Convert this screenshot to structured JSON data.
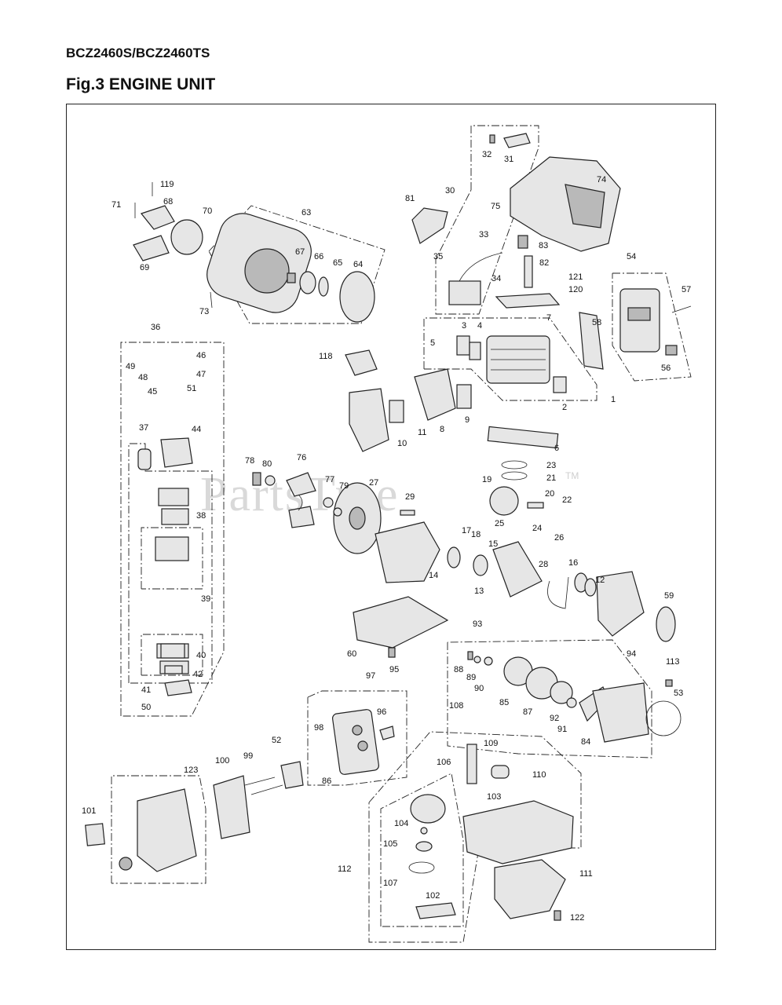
{
  "header": {
    "model": "BCZ2460S/BCZ2460TS",
    "figure_title": "Fig.3 ENGINE UNIT"
  },
  "watermark": {
    "text": "PartsTree",
    "trademark": "TM"
  },
  "callouts": [
    "119",
    "71",
    "68",
    "70",
    "69",
    "63",
    "67",
    "66",
    "65",
    "64",
    "73",
    "32",
    "31",
    "30",
    "74",
    "75",
    "81",
    "33",
    "83",
    "35",
    "82",
    "34",
    "121",
    "120",
    "7",
    "54",
    "57",
    "58",
    "56",
    "3",
    "4",
    "5",
    "2",
    "1",
    "36",
    "46",
    "49",
    "48",
    "47",
    "45",
    "51",
    "44",
    "37",
    "38",
    "39",
    "40",
    "42",
    "41",
    "50",
    "118",
    "11",
    "10",
    "8",
    "9",
    "6",
    "78",
    "80",
    "76",
    "77",
    "79",
    "27",
    "29",
    "19",
    "23",
    "21",
    "20",
    "22",
    "17",
    "18",
    "15",
    "25",
    "24",
    "26",
    "28",
    "13",
    "14",
    "16",
    "12",
    "93",
    "59",
    "60",
    "95",
    "97",
    "96",
    "98",
    "86",
    "88",
    "89",
    "90",
    "85",
    "87",
    "92",
    "91",
    "84",
    "94",
    "113",
    "53",
    "108",
    "109",
    "110",
    "103",
    "106",
    "104",
    "105",
    "107",
    "102",
    "112",
    "111",
    "122",
    "52",
    "99",
    "100",
    "123",
    "101"
  ]
}
